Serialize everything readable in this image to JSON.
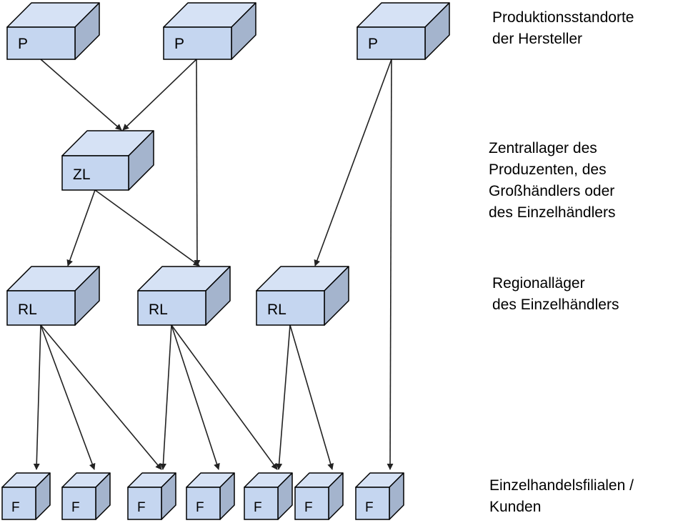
{
  "colors": {
    "front": "#c5d6f0",
    "top": "#d6e2f5",
    "side": "#a4b4cd",
    "stroke": "#000000",
    "arrow": "#222222"
  },
  "nodes": {
    "p1": "P",
    "p2": "P",
    "p3": "P",
    "zl": "ZL",
    "rl1": "RL",
    "rl2": "RL",
    "rl3": "RL",
    "f1": "F",
    "f2": "F",
    "f3": "F",
    "f4": "F",
    "f5": "F",
    "f6": "F",
    "f7": "F"
  },
  "edges": [
    [
      "p1",
      "zl"
    ],
    [
      "p2",
      "zl"
    ],
    [
      "p2",
      "rl2"
    ],
    [
      "p3",
      "rl3"
    ],
    [
      "p3",
      "f7"
    ],
    [
      "zl",
      "rl1"
    ],
    [
      "zl",
      "rl2"
    ],
    [
      "rl1",
      "f1"
    ],
    [
      "rl1",
      "f2"
    ],
    [
      "rl1",
      "f3"
    ],
    [
      "rl2",
      "f3"
    ],
    [
      "rl2",
      "f4"
    ],
    [
      "rl2",
      "f5"
    ],
    [
      "rl3",
      "f5"
    ],
    [
      "rl3",
      "f6"
    ]
  ],
  "levels": {
    "producers": "Produktionsstandorte\nder Hersteller",
    "central": "Zentrallager des\nProduzenten, des\nGroßhändlers oder\ndes Einzelhändlers",
    "regional": "Regionalläger\ndes Einzelhändlers",
    "stores": "Einzelhandelsfilialen /\nKunden"
  }
}
